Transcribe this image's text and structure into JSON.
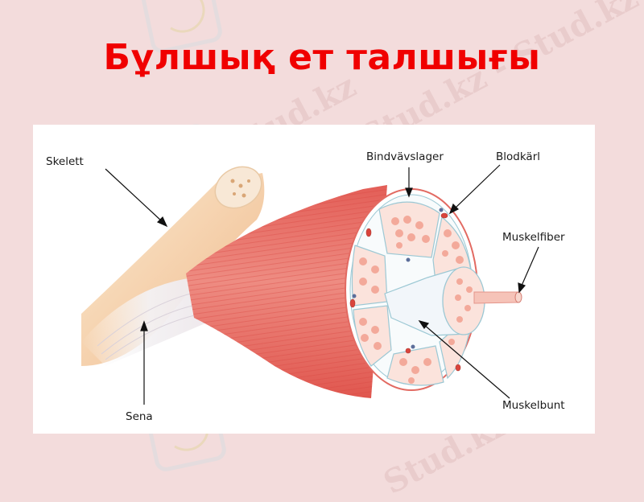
{
  "slide": {
    "title": "Бұлшық ет талшығы",
    "background_color": "#F3DCDC",
    "title_color": "#F00000"
  },
  "figure": {
    "labels": {
      "skeleton": "Skelett",
      "tendon": "Sena",
      "connective_layer": "Bindvävslager",
      "blood_vessel": "Blodkärl",
      "muscle_fiber": "Muskelfiber",
      "muscle_bundle": "Muskelbunt"
    },
    "colors": {
      "muscle": "#E9716A",
      "muscle_light": "#F4A9A0",
      "bone": "#F2C79E",
      "fascicle_fill": "#FBE3DC",
      "fiber_dot": "#F3A99A",
      "membrane": "#9CC8D4"
    }
  },
  "watermarks": {
    "text": "Stud.kz",
    "text_alt": "Stud.kz - Stud.kz"
  }
}
